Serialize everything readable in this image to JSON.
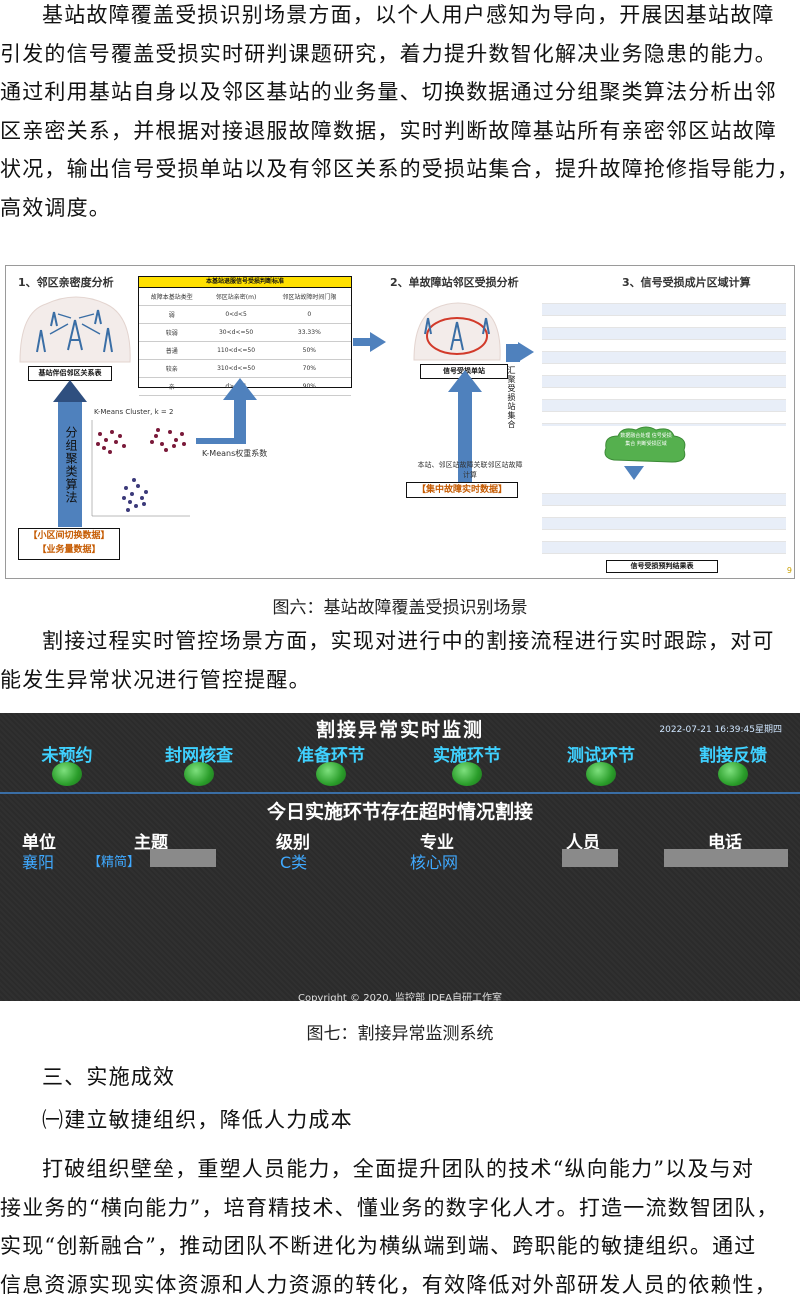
{
  "para1": [
    "基站故障覆盖受损识别场景方面，以个人用户感知为导向，开展因基站故障",
    "引发的信号覆盖受损实时研判课题研究，着力提升数智化解决业务隐患的能力。",
    "通过利用基站自身以及邻区基站的业务量、切换数据通过分组聚类算法分析出邻",
    "区亲密关系，并根据对接退服故障数据，实时判断故障基站所有亲密邻区站故障",
    "状况，输出信号受损单站以及有邻区关系的受损站集合，提升故障抢修指导能力，",
    "高效调度。"
  ],
  "fig6": {
    "title1": "1、邻区亲密度分析",
    "title2": "2、单故障站邻区受损分析",
    "title3": "3、信号受损成片区域计算",
    "box1": "基站伴侣邻区关系表",
    "box2": "信号受损单站",
    "box3": "信号受损预判结果表",
    "yellow_header": "本基站退服信号受损判断标准",
    "yellow_rows": [
      [
        "故障本基站类型",
        "邻区站亲密(m)",
        "邻区站故障时间门限"
      ],
      [
        "弱",
        "0<d<5",
        "0"
      ],
      [
        "较弱",
        "30<d<=50",
        "33.33%"
      ],
      [
        "普通",
        "110<d<=50",
        "50%"
      ],
      [
        "较亲",
        "310<d<=50",
        "70%"
      ],
      [
        "亲",
        "d>=51",
        "90%"
      ]
    ],
    "kmeans_title": "K-Means Cluster, k = 2",
    "kmeans_label": "K-Means权重系数",
    "vertical_algo": "分组聚类算法",
    "vertical_out": "汇聚受损站集合",
    "data_box1": "【小区间切换数据】",
    "data_box2": "【业务量数据】",
    "note_text": "本站、邻区站故障关联邻区站故障计算",
    "central_data": "【集中故障实时数据】",
    "cloud_text": "数据融合处理 信号受损集合 判断受损区域",
    "page_mark": "9"
  },
  "caption6": "图六：基站故障覆盖受损识别场景",
  "para2": [
    "割接过程实时管控场景方面，实现对进行中的割接流程进行实时跟踪，对可",
    "能发生异常状况进行管控提醒。"
  ],
  "fig7": {
    "title": "割接异常实时监测",
    "time": "2022-07-21 16:39:45星期四",
    "stages": [
      "未预约",
      "封网核查",
      "准备环节",
      "实施环节",
      "测试环节",
      "割接反馈"
    ],
    "subtitle": "今日实施环节存在超时情况割接",
    "headers": [
      "单位",
      "主题",
      "级别",
      "专业",
      "人员",
      "电话"
    ],
    "row": {
      "unit": "襄阳",
      "topic": "【精简】",
      "level": "C类",
      "major": "核心网"
    },
    "copyright": "Copyright © 2020. 监控部 IDEA自研工作室"
  },
  "caption7": "图七：割接异常监测系统",
  "section_title": "三、实施成效",
  "subsection_title": "㈠建立敏捷组织，降低人力成本",
  "para3": [
    "打破组织壁垒，重塑人员能力，全面提升团队的技术“纵向能力”以及与对",
    "接业务的“横向能力”，培育精技术、懂业务的数字化人才。打造一流数智团队，",
    "实现“创新融合”，推动团队不断进化为横纵端到端、跨职能的敏捷组织。通过",
    "信息资源实现实体资源和人力资源的转化，有效降低对外部研发人员的依赖性，"
  ]
}
